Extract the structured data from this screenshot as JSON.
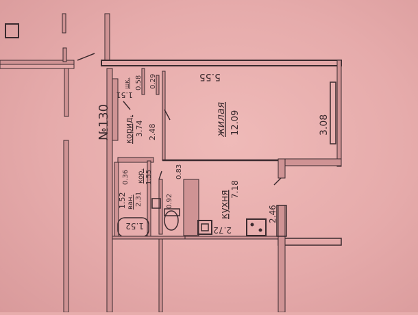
{
  "plan": {
    "apartment_number": "№130",
    "colors": {
      "paper": "#e7adac",
      "ink": "#3a2a2e"
    },
    "rooms": [
      {
        "id": "living",
        "name": "жилая",
        "area": "12.09"
      },
      {
        "id": "kitchen",
        "name": "кухня",
        "area": "7.18"
      },
      {
        "id": "corridor",
        "name": "корид.",
        "area": "3.74"
      },
      {
        "id": "bath",
        "name": "ван.",
        "area": "2.31"
      },
      {
        "id": "hall",
        "name": "кор.",
        "area": "1.55"
      },
      {
        "id": "closet",
        "name": "шк.",
        "area": "0.58"
      }
    ],
    "dimensions": {
      "living_length": "5.55",
      "living_width": "3.08",
      "kitchen_length": "2.46",
      "kitchen_width": "2.72",
      "corridor_length": "2.48",
      "corridor_width": "1.51",
      "closet_depth": "0.29",
      "bath_length": "1.52",
      "bath_width": "1.52",
      "hall_width_a": "0.36",
      "hall_width_b": "0.83",
      "wc_width": "0.92"
    }
  }
}
